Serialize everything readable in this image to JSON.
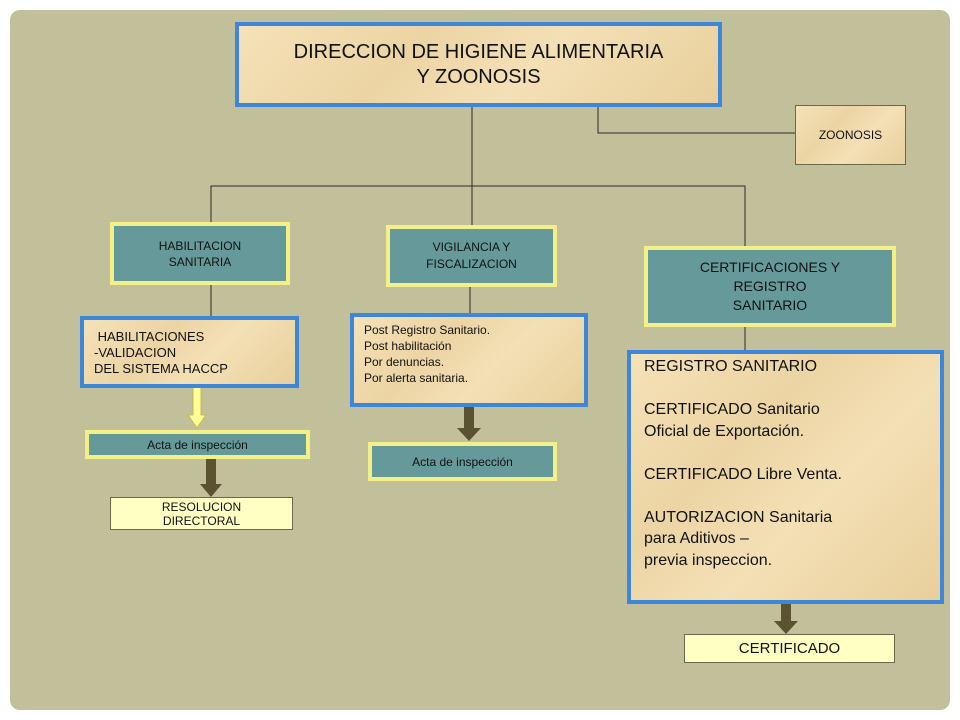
{
  "title": {
    "line1": "DIRECCION DE HIGIENE ALIMENTARIA",
    "line2": "Y ZOONOSIS"
  },
  "zoonosis": "ZOONOSIS",
  "branches": {
    "habilitacion": {
      "label_line1": "HABILITACION",
      "label_line2": "SANITARIA"
    },
    "vigilancia": {
      "label_line1": "VIGILANCIA Y",
      "label_line2": "FISCALIZACION"
    },
    "certificaciones": {
      "label_line1": "CERTIFICACIONES Y",
      "label_line2": "REGISTRO",
      "label_line3": "SANITARIO"
    }
  },
  "details": {
    "habilitaciones": [
      " HABILITACIONES",
      "-VALIDACION",
      "DEL SISTEMA HACCP"
    ],
    "post": [
      "Post Registro Sanitario.",
      "Post habilitación",
      "Por denuncias.",
      "Por alerta sanitaria."
    ],
    "registro": [
      "REGISTRO SANITARIO",
      "",
      "CERTIFICADO Sanitario",
      "Oficial de Exportación.",
      "",
      "CERTIFICADO Libre Venta.",
      "",
      "AUTORIZACION Sanitaria",
      "para Aditivos –",
      "previa inspeccion."
    ]
  },
  "outputs": {
    "acta_left": "Acta de inspección",
    "acta_middle": "Acta de inspección",
    "resolucion_line1": "RESOLUCION",
    "resolucion_line2": "DIRECTORAL",
    "certificado": "CERTIFICADO"
  },
  "colors": {
    "background": "#c2bf9b",
    "teal_box": "#669a9a",
    "yellow_border": "#f3f08a",
    "blue_border": "#3d86da",
    "cream_box": "#ffffc4",
    "arrow": "#5a5230"
  }
}
